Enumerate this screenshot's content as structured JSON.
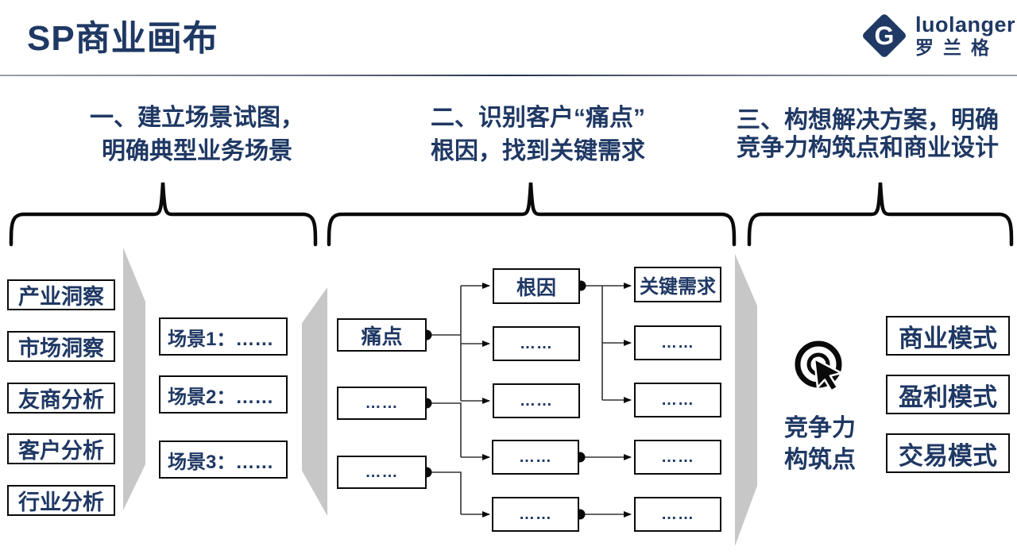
{
  "title": "SP商业画布",
  "logo": {
    "brand": "luolanger",
    "brand_cn": "罗兰格",
    "mark": "G"
  },
  "sections": {
    "s1": {
      "line1": "一、建立场景试图，",
      "line2": "明确典型业务场景"
    },
    "s2": {
      "line1": "二、识别客户“痛点”",
      "line2": "根因，找到关键需求"
    },
    "s3": {
      "line1": "三、构想解决方案，明确",
      "line2": "竞争力构筑点和商业设计"
    }
  },
  "insights": {
    "items": [
      "产业洞察",
      "市场洞察",
      "友商分析",
      "客户分析",
      "行业分析"
    ]
  },
  "scenarios": {
    "items": [
      "场景1：……",
      "场景2：……",
      "场景3：……"
    ]
  },
  "flow": {
    "pain": [
      "痛点",
      "……",
      "……"
    ],
    "root": [
      "根因",
      "……",
      "……",
      "……",
      "……"
    ],
    "need": [
      "关键需求",
      "……",
      "……",
      "……",
      "……"
    ]
  },
  "competitiveness": {
    "line1": "竞争力",
    "line2": "构筑点"
  },
  "models": {
    "items": [
      "商业模式",
      "盈利模式",
      "交易模式"
    ]
  },
  "colors": {
    "navy": "#1f3864",
    "box_border": "#0a0a0a",
    "connector": "#333333",
    "panel_gray": "#c7c7c7",
    "target_dot_blue": "#2e5ca8"
  }
}
